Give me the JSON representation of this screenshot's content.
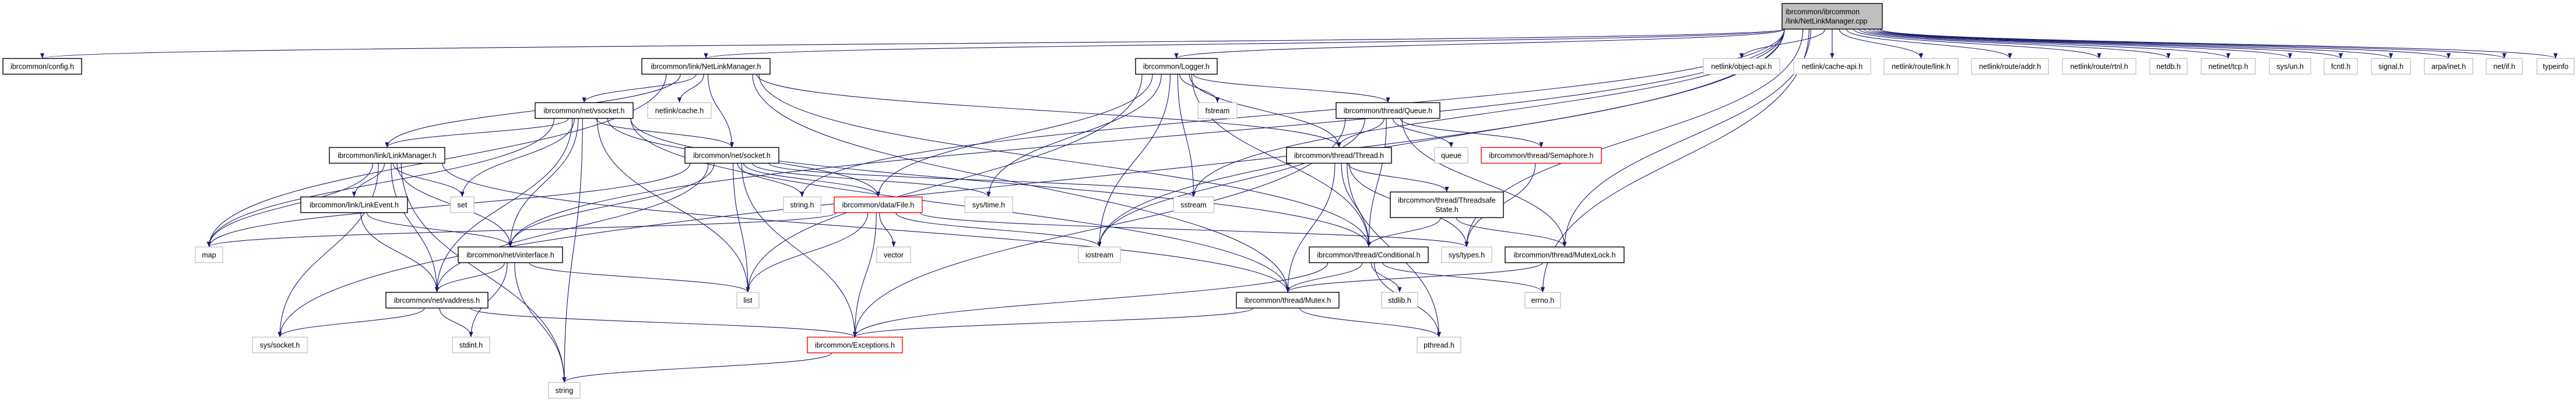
{
  "colors": {
    "edge": "#191970",
    "main_fill": "#bfbfbf",
    "documented_border": "#000000",
    "truncated_border": "#ff0000",
    "external_border": "#bfbfbf"
  },
  "nodes": [
    {
      "label": "ibrcommon/ibrcommon\n/link/NetLinkManager.cpp",
      "style": "main"
    },
    {
      "label": "ibrcommon/config.h",
      "style": "documented"
    },
    {
      "label": "ibrcommon/link/NetLinkManager.h",
      "style": "documented"
    },
    {
      "label": "ibrcommon/Logger.h",
      "style": "documented"
    },
    {
      "label": "netlink/object-api.h",
      "style": "external"
    },
    {
      "label": "netlink/cache-api.h",
      "style": "external"
    },
    {
      "label": "netlink/route/link.h",
      "style": "external"
    },
    {
      "label": "netlink/route/addr.h",
      "style": "external"
    },
    {
      "label": "netlink/route/rtnl.h",
      "style": "external"
    },
    {
      "label": "netdb.h",
      "style": "external"
    },
    {
      "label": "netinet/tcp.h",
      "style": "external"
    },
    {
      "label": "sys/un.h",
      "style": "external"
    },
    {
      "label": "fcntl.h",
      "style": "external"
    },
    {
      "label": "signal.h",
      "style": "external"
    },
    {
      "label": "arpa/inet.h",
      "style": "external"
    },
    {
      "label": "net/if.h",
      "style": "external"
    },
    {
      "label": "typeinfo",
      "style": "external"
    },
    {
      "label": "ibrcommon/net/vsocket.h",
      "style": "documented"
    },
    {
      "label": "netlink/cache.h",
      "style": "external"
    },
    {
      "label": "fstream",
      "style": "external"
    },
    {
      "label": "ibrcommon/thread/Queue.h",
      "style": "documented"
    },
    {
      "label": "ibrcommon/link/LinkManager.h",
      "style": "documented"
    },
    {
      "label": "ibrcommon/net/socket.h",
      "style": "documented"
    },
    {
      "label": "ibrcommon/thread/Thread.h",
      "style": "documented"
    },
    {
      "label": "queue",
      "style": "external"
    },
    {
      "label": "ibrcommon/thread/Semaphore.h",
      "style": "truncated"
    },
    {
      "label": "ibrcommon/link/LinkEvent.h",
      "style": "documented"
    },
    {
      "label": "set",
      "style": "external"
    },
    {
      "label": "string.h",
      "style": "external"
    },
    {
      "label": "ibrcommon/data/File.h",
      "style": "truncated"
    },
    {
      "label": "sys/time.h",
      "style": "external"
    },
    {
      "label": "sstream",
      "style": "external"
    },
    {
      "label": "ibrcommon/thread/Threadsafe\nState.h",
      "style": "documented"
    },
    {
      "label": "map",
      "style": "external"
    },
    {
      "label": "ibrcommon/net/vinterface.h",
      "style": "documented"
    },
    {
      "label": "vector",
      "style": "external"
    },
    {
      "label": "iostream",
      "style": "external"
    },
    {
      "label": "ibrcommon/thread/Conditional.h",
      "style": "documented"
    },
    {
      "label": "sys/types.h",
      "style": "external"
    },
    {
      "label": "ibrcommon/thread/MutexLock.h",
      "style": "documented"
    },
    {
      "label": "ibrcommon/net/vaddress.h",
      "style": "documented"
    },
    {
      "label": "list",
      "style": "external"
    },
    {
      "label": "ibrcommon/thread/Mutex.h",
      "style": "documented"
    },
    {
      "label": "stdlib.h",
      "style": "external"
    },
    {
      "label": "errno.h",
      "style": "external"
    },
    {
      "label": "sys/socket.h",
      "style": "external"
    },
    {
      "label": "stdint.h",
      "style": "external"
    },
    {
      "label": "ibrcommon/Exceptions.h",
      "style": "truncated"
    },
    {
      "label": "pthread.h",
      "style": "external"
    },
    {
      "label": "string",
      "style": "external"
    }
  ],
  "edges": [
    [
      "cpp",
      "ibrcommon/config.h"
    ],
    [
      "cpp",
      "ibrcommon/link/NetLinkManager.h"
    ],
    [
      "cpp",
      "ibrcommon/Logger.h"
    ],
    [
      "cpp",
      "netlink/object-api.h"
    ],
    [
      "cpp",
      "netlink/cache-api.h"
    ],
    [
      "cpp",
      "netlink/route/link.h"
    ],
    [
      "cpp",
      "netlink/route/addr.h"
    ],
    [
      "cpp",
      "netlink/route/rtnl.h"
    ],
    [
      "cpp",
      "netdb.h"
    ],
    [
      "cpp",
      "netinet/tcp.h"
    ],
    [
      "cpp",
      "sys/un.h"
    ],
    [
      "cpp",
      "fcntl.h"
    ],
    [
      "cpp",
      "signal.h"
    ],
    [
      "cpp",
      "arpa/inet.h"
    ],
    [
      "cpp",
      "net/if.h"
    ],
    [
      "cpp",
      "typeinfo"
    ],
    [
      "cpp",
      "sys/socket.h"
    ],
    [
      "cpp",
      "iostream"
    ],
    [
      "cpp",
      "sstream"
    ],
    [
      "cpp",
      "string.h"
    ],
    [
      "cpp",
      "ibrcommon/thread/MutexLock.h"
    ],
    [
      "cpp",
      "sys/types.h"
    ],
    [
      "cpp",
      "errno.h"
    ],
    [
      "cpp",
      "ibrcommon/net/vinterface.h"
    ],
    [
      "ibrcommon/link/NetLinkManager.h",
      "ibrcommon/net/vsocket.h"
    ],
    [
      "ibrcommon/link/NetLinkManager.h",
      "netlink/cache.h"
    ],
    [
      "ibrcommon/link/NetLinkManager.h",
      "ibrcommon/net/socket.h"
    ],
    [
      "ibrcommon/link/NetLinkManager.h",
      "ibrcommon/link/LinkManager.h"
    ],
    [
      "ibrcommon/link/NetLinkManager.h",
      "map"
    ],
    [
      "ibrcommon/link/NetLinkManager.h",
      "ibrcommon/thread/Thread.h"
    ],
    [
      "ibrcommon/link/NetLinkManager.h",
      "ibrcommon/thread/Conditional.h"
    ],
    [
      "ibrcommon/link/NetLinkManager.h",
      "ibrcommon/thread/Mutex.h"
    ],
    [
      "ibrcommon/Logger.h",
      "ibrcommon/data/File.h"
    ],
    [
      "ibrcommon/Logger.h",
      "sys/time.h"
    ],
    [
      "ibrcommon/Logger.h",
      "iostream"
    ],
    [
      "ibrcommon/Logger.h",
      "fstream"
    ],
    [
      "ibrcommon/Logger.h",
      "sstream"
    ],
    [
      "ibrcommon/Logger.h",
      "ibrcommon/thread/Queue.h"
    ],
    [
      "ibrcommon/Logger.h",
      "ibrcommon/thread/Thread.h"
    ],
    [
      "ibrcommon/Logger.h",
      "list"
    ],
    [
      "ibrcommon/Logger.h",
      "ibrcommon/thread/Conditional.h"
    ],
    [
      "ibrcommon/net/vsocket.h",
      "ibrcommon/link/LinkManager.h"
    ],
    [
      "ibrcommon/net/vsocket.h",
      "ibrcommon/net/socket.h"
    ],
    [
      "ibrcommon/net/vsocket.h",
      "set"
    ],
    [
      "ibrcommon/net/vsocket.h",
      "map"
    ],
    [
      "ibrcommon/net/vsocket.h",
      "ibrcommon/net/vinterface.h"
    ],
    [
      "ibrcommon/net/vsocket.h",
      "ibrcommon/net/vaddress.h"
    ],
    [
      "ibrcommon/net/vsocket.h",
      "string"
    ],
    [
      "ibrcommon/net/vsocket.h",
      "list"
    ],
    [
      "ibrcommon/net/vsocket.h",
      "ibrcommon/data/File.h"
    ],
    [
      "ibrcommon/net/vsocket.h",
      "ibrcommon/thread/Mutex.h"
    ],
    [
      "ibrcommon/net/vsocket.h",
      "ibrcommon/thread/Conditional.h"
    ],
    [
      "ibrcommon/link/LinkManager.h",
      "ibrcommon/link/LinkEvent.h"
    ],
    [
      "ibrcommon/link/LinkManager.h",
      "set"
    ],
    [
      "ibrcommon/link/LinkManager.h",
      "ibrcommon/net/vinterface.h"
    ],
    [
      "ibrcommon/link/LinkManager.h",
      "map"
    ],
    [
      "ibrcommon/link/LinkManager.h",
      "string"
    ],
    [
      "ibrcommon/link/LinkManager.h",
      "sys/socket.h"
    ],
    [
      "ibrcommon/link/LinkManager.h",
      "ibrcommon/net/vaddress.h"
    ],
    [
      "ibrcommon/link/LinkManager.h",
      "ibrcommon/thread/Mutex.h"
    ],
    [
      "ibrcommon/link/LinkEvent.h",
      "ibrcommon/net/vinterface.h"
    ],
    [
      "ibrcommon/link/LinkEvent.h",
      "ibrcommon/net/vaddress.h"
    ],
    [
      "ibrcommon/net/socket.h",
      "string.h"
    ],
    [
      "ibrcommon/net/socket.h",
      "ibrcommon/data/File.h"
    ],
    [
      "ibrcommon/net/socket.h",
      "sys/time.h"
    ],
    [
      "ibrcommon/net/socket.h",
      "sstream"
    ],
    [
      "ibrcommon/net/socket.h",
      "list"
    ],
    [
      "ibrcommon/net/socket.h",
      "ibrcommon/Exceptions.h"
    ],
    [
      "ibrcommon/net/socket.h",
      "ibrcommon/net/vinterface.h"
    ],
    [
      "ibrcommon/net/socket.h",
      "ibrcommon/net/vaddress.h"
    ],
    [
      "ibrcommon/net/socket.h",
      "map"
    ],
    [
      "ibrcommon/data/File.h",
      "vector"
    ],
    [
      "ibrcommon/data/File.h",
      "list"
    ],
    [
      "ibrcommon/data/File.h",
      "ibrcommon/Exceptions.h"
    ],
    [
      "ibrcommon/data/File.h",
      "iostream"
    ],
    [
      "ibrcommon/data/File.h",
      "map"
    ],
    [
      "ibrcommon/data/File.h",
      "sys/types.h"
    ],
    [
      "ibrcommon/net/vinterface.h",
      "ibrcommon/net/vaddress.h"
    ],
    [
      "ibrcommon/net/vinterface.h",
      "string"
    ],
    [
      "ibrcommon/net/vinterface.h",
      "stdint.h"
    ],
    [
      "ibrcommon/net/vinterface.h",
      "list"
    ],
    [
      "ibrcommon/net/vaddress.h",
      "sys/socket.h"
    ],
    [
      "ibrcommon/net/vaddress.h",
      "stdint.h"
    ],
    [
      "ibrcommon/net/vaddress.h",
      "ibrcommon/Exceptions.h"
    ],
    [
      "ibrcommon/thread/Queue.h",
      "ibrcommon/thread/Thread.h"
    ],
    [
      "ibrcommon/thread/Queue.h",
      "queue"
    ],
    [
      "ibrcommon/thread/Queue.h",
      "ibrcommon/thread/Semaphore.h"
    ],
    [
      "ibrcommon/thread/Queue.h",
      "ibrcommon/thread/Conditional.h"
    ],
    [
      "ibrcommon/thread/Queue.h",
      "ibrcommon/thread/MutexLock.h"
    ],
    [
      "ibrcommon/thread/Queue.h",
      "ibrcommon/Exceptions.h"
    ],
    [
      "ibrcommon/thread/Queue.h",
      "iostream"
    ],
    [
      "ibrcommon/thread/Thread.h",
      "ibrcommon/thread/Threadsafe\nState.h"
    ],
    [
      "ibrcommon/thread/Thread.h",
      "ibrcommon/thread/Conditional.h"
    ],
    [
      "ibrcommon/thread/Thread.h",
      "ibrcommon/thread/Mutex.h"
    ],
    [
      "ibrcommon/thread/Thread.h",
      "sys/types.h"
    ],
    [
      "ibrcommon/thread/Thread.h",
      "pthread.h"
    ],
    [
      "ibrcommon/thread/Threadsafe\nState.h",
      "ibrcommon/thread/Conditional.h"
    ],
    [
      "ibrcommon/thread/Threadsafe\nState.h",
      "ibrcommon/thread/MutexLock.h"
    ],
    [
      "ibrcommon/thread/Semaphore.h",
      "sys/types.h"
    ],
    [
      "ibrcommon/thread/Conditional.h",
      "ibrcommon/thread/Mutex.h"
    ],
    [
      "ibrcommon/thread/Conditional.h",
      "stdlib.h"
    ],
    [
      "ibrcommon/thread/Conditional.h",
      "pthread.h"
    ],
    [
      "ibrcommon/thread/Conditional.h",
      "errno.h"
    ],
    [
      "ibrcommon/thread/Conditional.h",
      "ibrcommon/Exceptions.h"
    ],
    [
      "ibrcommon/thread/MutexLock.h",
      "ibrcommon/thread/Mutex.h"
    ],
    [
      "ibrcommon/thread/Mutex.h",
      "pthread.h"
    ],
    [
      "ibrcommon/thread/Mutex.h",
      "ibrcommon/Exceptions.h"
    ],
    [
      "ibrcommon/Exceptions.h",
      "string"
    ]
  ]
}
